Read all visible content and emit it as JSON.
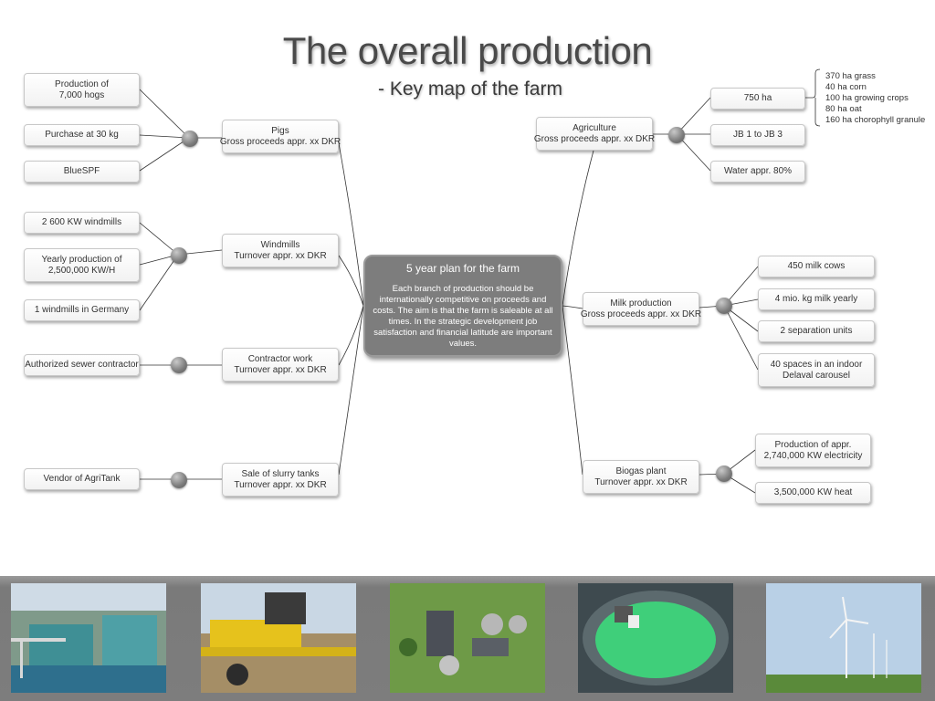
{
  "title": "The overall production",
  "subtitle": "- Key map of the farm",
  "center": {
    "title": "5 year plan for the farm",
    "body": "Each branch of production should be internationally competitive on proceeds and costs. The aim is that the farm is saleable at all times. In the strategic development job satisfaction and financial latitude are important values."
  },
  "branches": {
    "pigs": {
      "lines": [
        "Pigs",
        "Gross proceeds appr. xx DKR"
      ],
      "items": [
        [
          "Production of",
          "7,000 hogs"
        ],
        [
          "Purchase at 30 kg"
        ],
        [
          "BlueSPF"
        ]
      ]
    },
    "windmills": {
      "lines": [
        "Windmills",
        "Turnover appr. xx DKR"
      ],
      "items": [
        [
          "2  600 KW windmills"
        ],
        [
          "Yearly production of",
          "2,500,000 KW/H"
        ],
        [
          "1 windmills in Germany"
        ]
      ]
    },
    "contractor": {
      "lines": [
        "Contractor work",
        "Turnover appr. xx DKR"
      ],
      "items": [
        [
          "Authorized sewer contractor"
        ]
      ]
    },
    "slurry": {
      "lines": [
        "Sale of slurry tanks",
        "Turnover appr. xx DKR"
      ],
      "items": [
        [
          "Vendor of AgriTank"
        ]
      ]
    },
    "agriculture": {
      "lines": [
        "Agriculture",
        "Gross proceeds appr. xx DKR"
      ],
      "items": [
        [
          "750 ha"
        ],
        [
          "JB 1 to JB 3"
        ],
        [
          "Water appr. 80%"
        ]
      ]
    },
    "milk": {
      "lines": [
        "Milk production",
        "Gross proceeds appr. xx DKR"
      ],
      "items": [
        [
          "450 milk cows"
        ],
        [
          "4 mio. kg milk yearly"
        ],
        [
          "2 separation units"
        ],
        [
          "40 spaces in an indoor",
          "Delaval carousel"
        ]
      ]
    },
    "biogas": {
      "lines": [
        "Biogas plant",
        "Turnover appr. xx DKR"
      ],
      "items": [
        [
          "Production of appr.",
          "2,740,000 KW electricity"
        ],
        [
          "3,500,000 KW heat"
        ]
      ]
    }
  },
  "land_note": [
    "370 ha grass",
    "40 ha corn",
    "100 ha growing crops",
    "80 ha oat",
    "160 ha chorophyll granule"
  ],
  "colors": {
    "title_text": "#4a4a4a",
    "center_fill": "#7d7d7d",
    "dot_fill": "#7a7a7a",
    "link_line": "#333333",
    "photo_strip": "#7d7d7d"
  },
  "photos": [
    {
      "icon": "silo-tanks-photo"
    },
    {
      "icon": "combine-harvester-photo"
    },
    {
      "icon": "farm-aerial-photo"
    },
    {
      "icon": "milking-carousel-photo"
    },
    {
      "icon": "wind-turbines-photo"
    }
  ]
}
